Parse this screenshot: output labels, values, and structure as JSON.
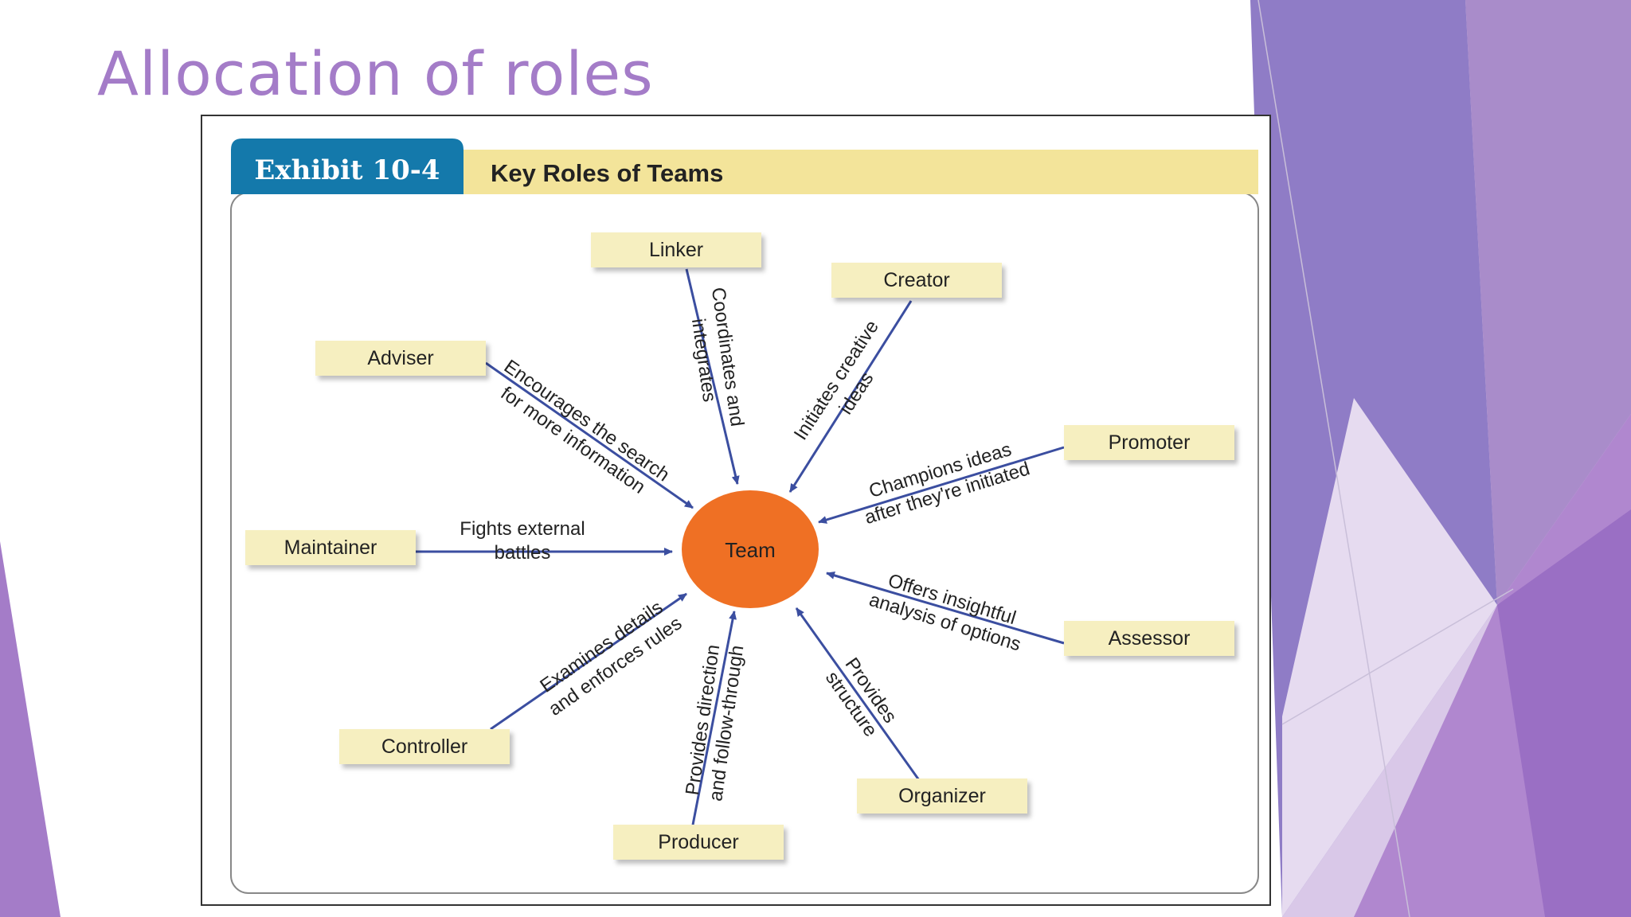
{
  "slide": {
    "title": "Allocation of roles"
  },
  "exhibit": {
    "label": "Exhibit 10-4",
    "heading": "Key Roles of Teams"
  },
  "center": {
    "label": "Team"
  },
  "roles": [
    {
      "name": "Linker",
      "description": "Coordinates and integrates"
    },
    {
      "name": "Creator",
      "description": "Initiates creative ideas"
    },
    {
      "name": "Promoter",
      "description": "Champions ideas after they're initiated"
    },
    {
      "name": "Assessor",
      "description": "Offers insightful analysis of options"
    },
    {
      "name": "Organizer",
      "description": "Provides structure"
    },
    {
      "name": "Producer",
      "description": "Provides direction and follow-through"
    },
    {
      "name": "Controller",
      "description": "Examines details and enforces rules"
    },
    {
      "name": "Maintainer",
      "description": "Fights external battles"
    },
    {
      "name": "Adviser",
      "description": "Encourages the search for more information"
    }
  ],
  "colors": {
    "title": "#a47cc8",
    "exhibit_tab": "#1479ab",
    "heading_band": "#f3e49a",
    "role_box": "#f6efc0",
    "team_circle": "#ef7024",
    "arrow": "#3b4ea0",
    "deco_purple": "#8f7cc6",
    "deco_violet": "#a47cc8",
    "deco_light": "#d9c8e8"
  }
}
